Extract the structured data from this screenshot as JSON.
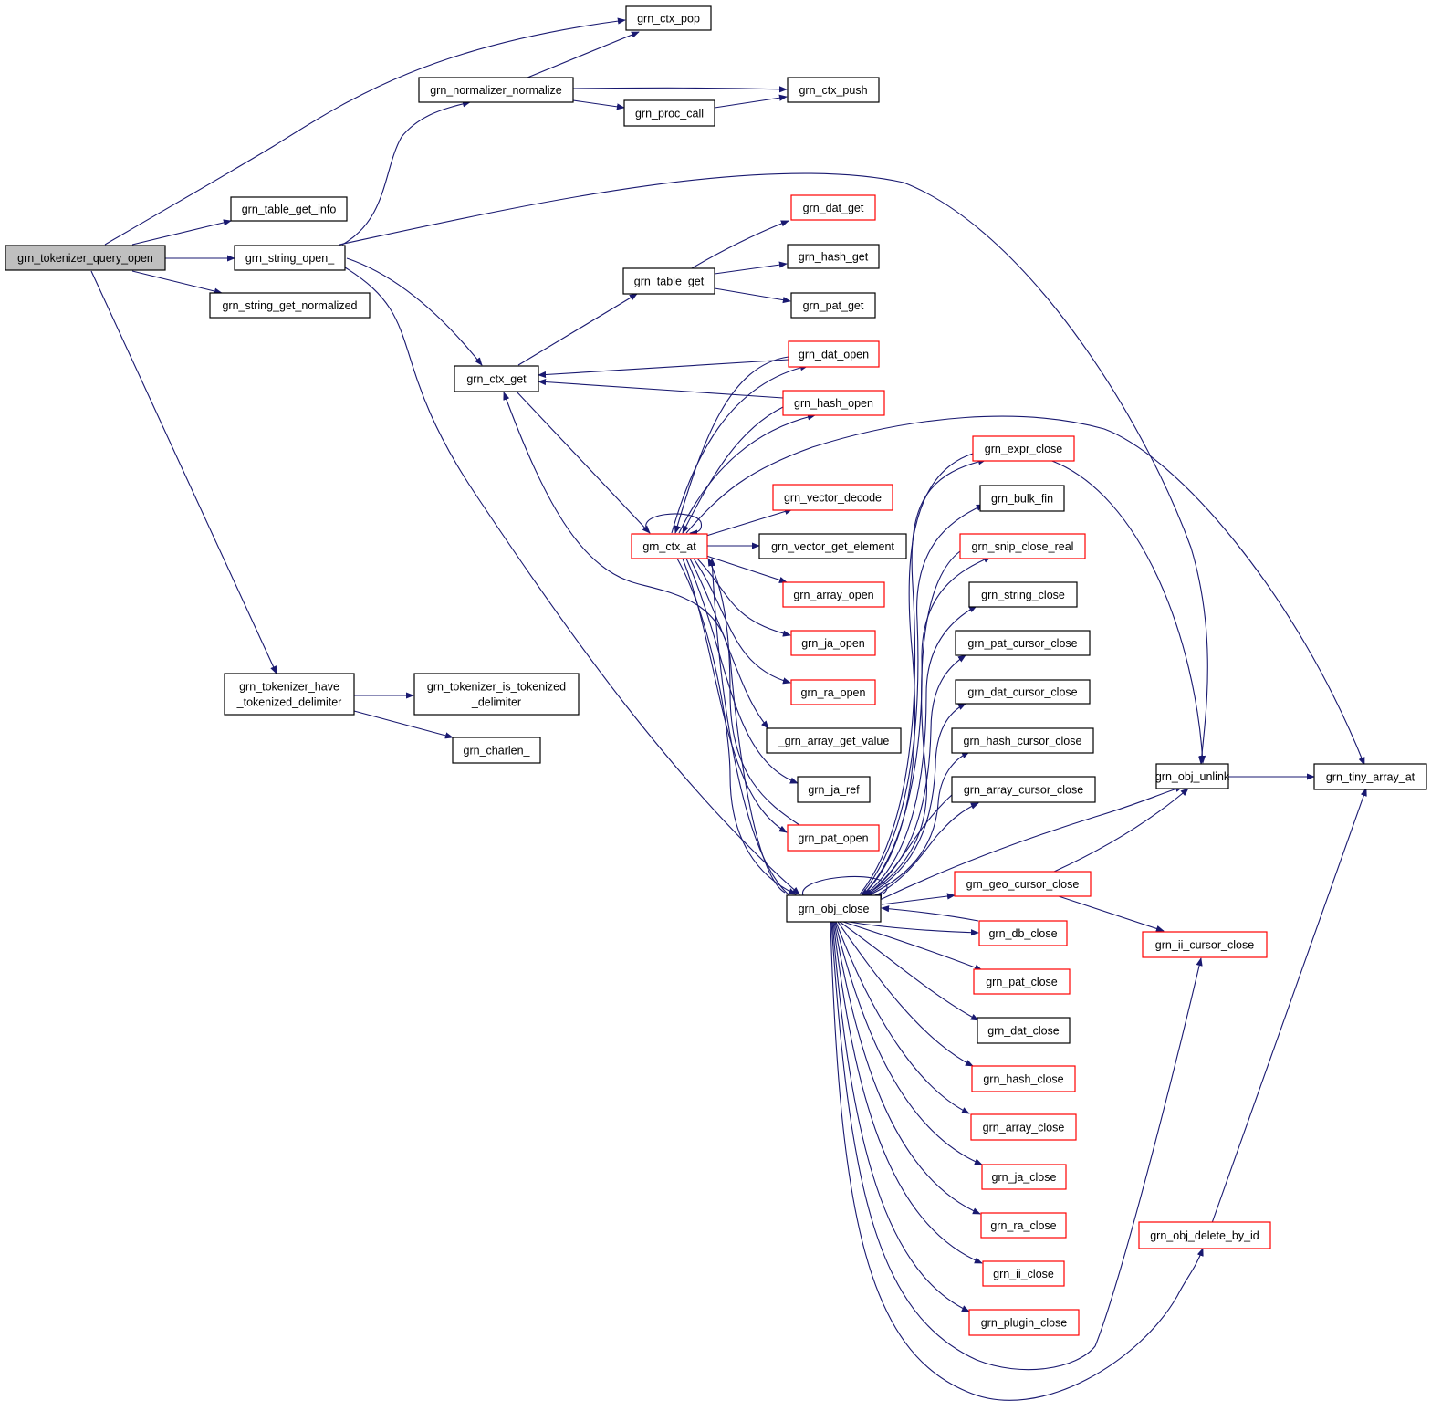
{
  "colors": {
    "edge": "#191970",
    "node_border": "#000000",
    "node_border_truncated": "#ff0000",
    "root_fill": "#bfbfbf",
    "node_fill": "#ffffff"
  },
  "nodes": [
    {
      "id": "query_open",
      "label": "grn_tokenizer_query_open",
      "root": true
    },
    {
      "id": "ctx_pop",
      "label": "grn_ctx_pop"
    },
    {
      "id": "normalizer_normalize",
      "label": "grn_normalizer_normalize"
    },
    {
      "id": "ctx_push",
      "label": "grn_ctx_push"
    },
    {
      "id": "proc_call",
      "label": "grn_proc_call"
    },
    {
      "id": "table_get_info",
      "label": "grn_table_get_info"
    },
    {
      "id": "string_open",
      "label": "grn_string_open_"
    },
    {
      "id": "string_get_normalized",
      "label": "grn_string_get_normalized"
    },
    {
      "id": "dat_get",
      "label": "grn_dat_get",
      "truncated": true
    },
    {
      "id": "hash_get",
      "label": "grn_hash_get"
    },
    {
      "id": "table_get",
      "label": "grn_table_get"
    },
    {
      "id": "pat_get",
      "label": "grn_pat_get"
    },
    {
      "id": "ctx_get",
      "label": "grn_ctx_get"
    },
    {
      "id": "dat_open",
      "label": "grn_dat_open",
      "truncated": true
    },
    {
      "id": "hash_open",
      "label": "grn_hash_open",
      "truncated": true
    },
    {
      "id": "expr_close",
      "label": "grn_expr_close",
      "truncated": true
    },
    {
      "id": "vector_decode",
      "label": "grn_vector_decode",
      "truncated": true
    },
    {
      "id": "bulk_fin",
      "label": "grn_bulk_fin"
    },
    {
      "id": "ctx_at",
      "label": "grn_ctx_at",
      "truncated": true
    },
    {
      "id": "vector_get_element",
      "label": "grn_vector_get_element"
    },
    {
      "id": "snip_close_real",
      "label": "grn_snip_close_real",
      "truncated": true
    },
    {
      "id": "array_open",
      "label": "grn_array_open",
      "truncated": true
    },
    {
      "id": "string_close",
      "label": "grn_string_close"
    },
    {
      "id": "ja_open",
      "label": "grn_ja_open",
      "truncated": true
    },
    {
      "id": "pat_cursor_close",
      "label": "grn_pat_cursor_close"
    },
    {
      "id": "have_delim",
      "label": [
        "grn_tokenizer_have",
        "_tokenized_delimiter"
      ]
    },
    {
      "id": "is_tokenized",
      "label": [
        "grn_tokenizer_is_tokenized",
        "_delimiter"
      ]
    },
    {
      "id": "ra_open",
      "label": "grn_ra_open",
      "truncated": true
    },
    {
      "id": "dat_cursor_close",
      "label": "grn_dat_cursor_close"
    },
    {
      "id": "array_get_value",
      "label": "_grn_array_get_value"
    },
    {
      "id": "hash_cursor_close",
      "label": "grn_hash_cursor_close"
    },
    {
      "id": "charlen",
      "label": "grn_charlen_"
    },
    {
      "id": "obj_unlink",
      "label": "grn_obj_unlink"
    },
    {
      "id": "tiny_array_at",
      "label": "grn_tiny_array_at"
    },
    {
      "id": "ja_ref",
      "label": "grn_ja_ref"
    },
    {
      "id": "array_cursor_close",
      "label": "grn_array_cursor_close"
    },
    {
      "id": "pat_open",
      "label": "grn_pat_open",
      "truncated": true
    },
    {
      "id": "geo_cursor_close",
      "label": "grn_geo_cursor_close",
      "truncated": true
    },
    {
      "id": "obj_close",
      "label": "grn_obj_close"
    },
    {
      "id": "db_close",
      "label": "grn_db_close",
      "truncated": true
    },
    {
      "id": "ii_cursor_close",
      "label": "grn_ii_cursor_close",
      "truncated": true
    },
    {
      "id": "pat_close",
      "label": "grn_pat_close",
      "truncated": true
    },
    {
      "id": "dat_close",
      "label": "grn_dat_close"
    },
    {
      "id": "hash_close",
      "label": "grn_hash_close",
      "truncated": true
    },
    {
      "id": "array_close",
      "label": "grn_array_close",
      "truncated": true
    },
    {
      "id": "ja_close",
      "label": "grn_ja_close",
      "truncated": true
    },
    {
      "id": "ra_close",
      "label": "grn_ra_close",
      "truncated": true
    },
    {
      "id": "obj_delete_by_id",
      "label": "grn_obj_delete_by_id",
      "truncated": true
    },
    {
      "id": "ii_close",
      "label": "grn_ii_close",
      "truncated": true
    },
    {
      "id": "plugin_close",
      "label": "grn_plugin_close",
      "truncated": true
    }
  ]
}
